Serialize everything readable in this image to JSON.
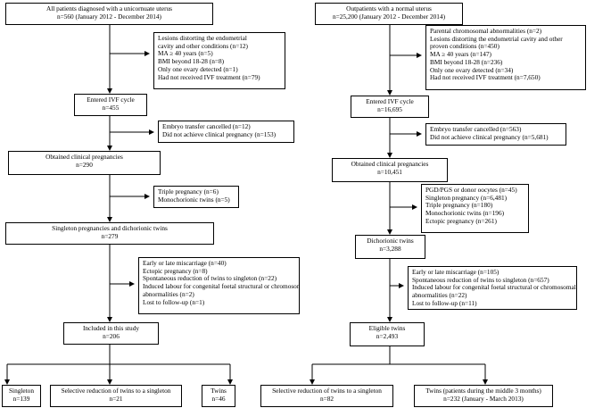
{
  "left": {
    "start": {
      "lines": [
        "All patients diagnosed with a unicornuate uterus",
        "n=560 (January 2012 - December 2014)"
      ]
    },
    "excl1": {
      "lines": [
        "Lesions distorting the endometrial",
        "cavity and other conditions (n=12)",
        "MA ≥ 40 years (n=5)",
        "BMI beyond 18-28 (n=8)",
        "Only one ovary detected (n=1)",
        "Had not received IVF treatment (n=79)"
      ]
    },
    "ivf": {
      "lines": [
        "Entered IVF cycle",
        "n=455"
      ]
    },
    "excl2": {
      "lines": [
        "Embryo transfer cancelled (n=12)",
        "Did not achieve clinical pregnancy (n=153)"
      ]
    },
    "preg": {
      "lines": [
        "Obtained clinical pregnancies",
        "n=290"
      ]
    },
    "excl3": {
      "lines": [
        "Triple pregnancy (n=6)",
        "Monochorionic twins (n=5)"
      ]
    },
    "singdi": {
      "lines": [
        "Singleton pregnancies and dichorionic twins",
        "n=279"
      ]
    },
    "excl4": {
      "lines": [
        "Early or late miscarriage (n=40)",
        "Ectopic pregnancy (n=8)",
        "Spontaneous reduction of twins to singleton (n=22)",
        "Induced labour for congenital foetal structural or chromosomal",
        "abnormalities (n=2)",
        "Lost to follow-up (n=1)"
      ]
    },
    "study": {
      "lines": [
        "Included in this study",
        "n=206"
      ]
    },
    "singleton": {
      "lines": [
        "Singleton",
        "n=139"
      ]
    },
    "selred": {
      "lines": [
        "Selective reduction of twins to a singleton",
        "n=21"
      ]
    },
    "twins": {
      "lines": [
        "Twins",
        "n=46"
      ]
    }
  },
  "right": {
    "start": {
      "lines": [
        "Outpatients with a normal uterus",
        "n=25,200 (January 2012 - December 2014)"
      ]
    },
    "excl1": {
      "lines": [
        "Parental chromosomal abnormalities (n=2)",
        "Lesions distorting the endometrial cavity and other",
        "proven conditions (n=450)",
        "MA ≥ 40 years (n=147)",
        "BMI beyond 18-28 (n=236)",
        "Only one ovary detected (n=34)",
        "Had not received IVF treatment (n=7,650)"
      ]
    },
    "ivf": {
      "lines": [
        "Entered IVF cycle",
        "n=16,695"
      ]
    },
    "excl2": {
      "lines": [
        "Embryo transfer cancelled (n=563)",
        "Did not achieve clinical pregnancy (n=5,681)"
      ]
    },
    "preg": {
      "lines": [
        "Obtained clinical pregnancies",
        "n=10,451"
      ]
    },
    "excl3": {
      "lines": [
        "PGD/PGS or donor oocytes (n=45)",
        "Singleton pregnancy (n=6,481)",
        "Triple pregnancy (n=180)",
        "Monochorionic twins (n=196)",
        "Ectopic pregnancy (n=261)"
      ]
    },
    "dich": {
      "lines": [
        "Dichorionic twins",
        "n=3,288"
      ]
    },
    "excl4": {
      "lines": [
        "Early or late miscarriage (n=105)",
        "Spontaneous reduction of twins to singleton (n=657)",
        "Induced labour for congenital foetal structural or chromosomal",
        "abnormalities (n=22)",
        "Lost to follow-up (n=11)"
      ]
    },
    "eligible": {
      "lines": [
        "Eligible twins",
        "n=2,493"
      ]
    },
    "selred": {
      "lines": [
        "Selective reduction of twins to a singleton",
        "n=82"
      ]
    },
    "twins": {
      "lines": [
        "Twins (patients during the middle 3 months)",
        "n=232 (January - March 2013)"
      ]
    }
  }
}
